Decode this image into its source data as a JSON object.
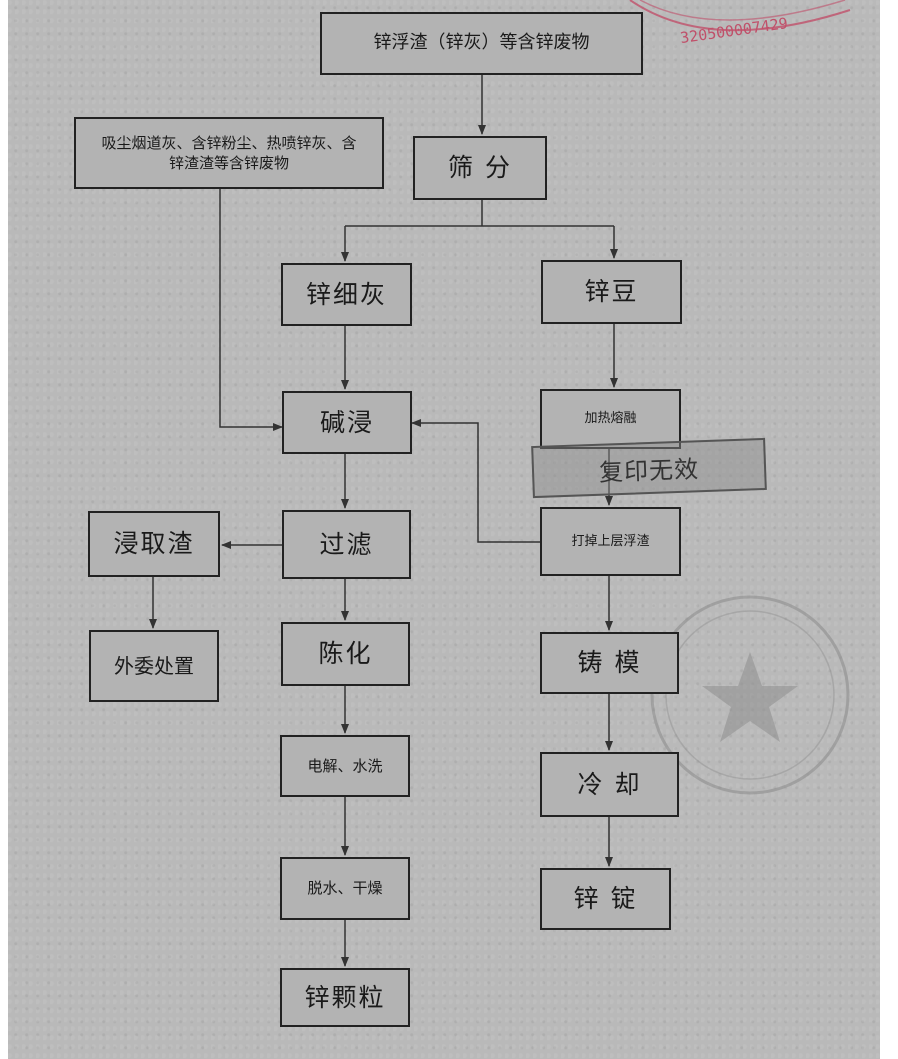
{
  "nodes": {
    "raw_zinc_dross": "锌浮渣（锌灰）等含锌废物",
    "dust_waste": "吸尘烟道灰、含锌粉尘、热喷锌灰、含锌渣渣等含锌废物",
    "screening": "筛 分",
    "fine_zinc_ash": "锌细灰",
    "zinc_beans": "锌豆",
    "alkali_leaching": "碱浸",
    "heating_melting": "加热熔融",
    "filtering": "过滤",
    "skim_dross": "打掉上层浮渣",
    "leach_residue": "浸取渣",
    "outsourced_disposal": "外委处置",
    "aging": "陈化",
    "casting": "铸 模",
    "electrolysis_washing": "电解、水洗",
    "cooling": "冷 却",
    "dewatering_drying": "脱水、干燥",
    "zinc_ingot": "锌 锭",
    "zinc_granules": "锌颗粒"
  },
  "stamps": {
    "top_right_seal_text": "320500007429",
    "copy_invalid_text": "复印无效",
    "round_seal_color": "#999999",
    "red_seal_color": "#c0506a"
  }
}
